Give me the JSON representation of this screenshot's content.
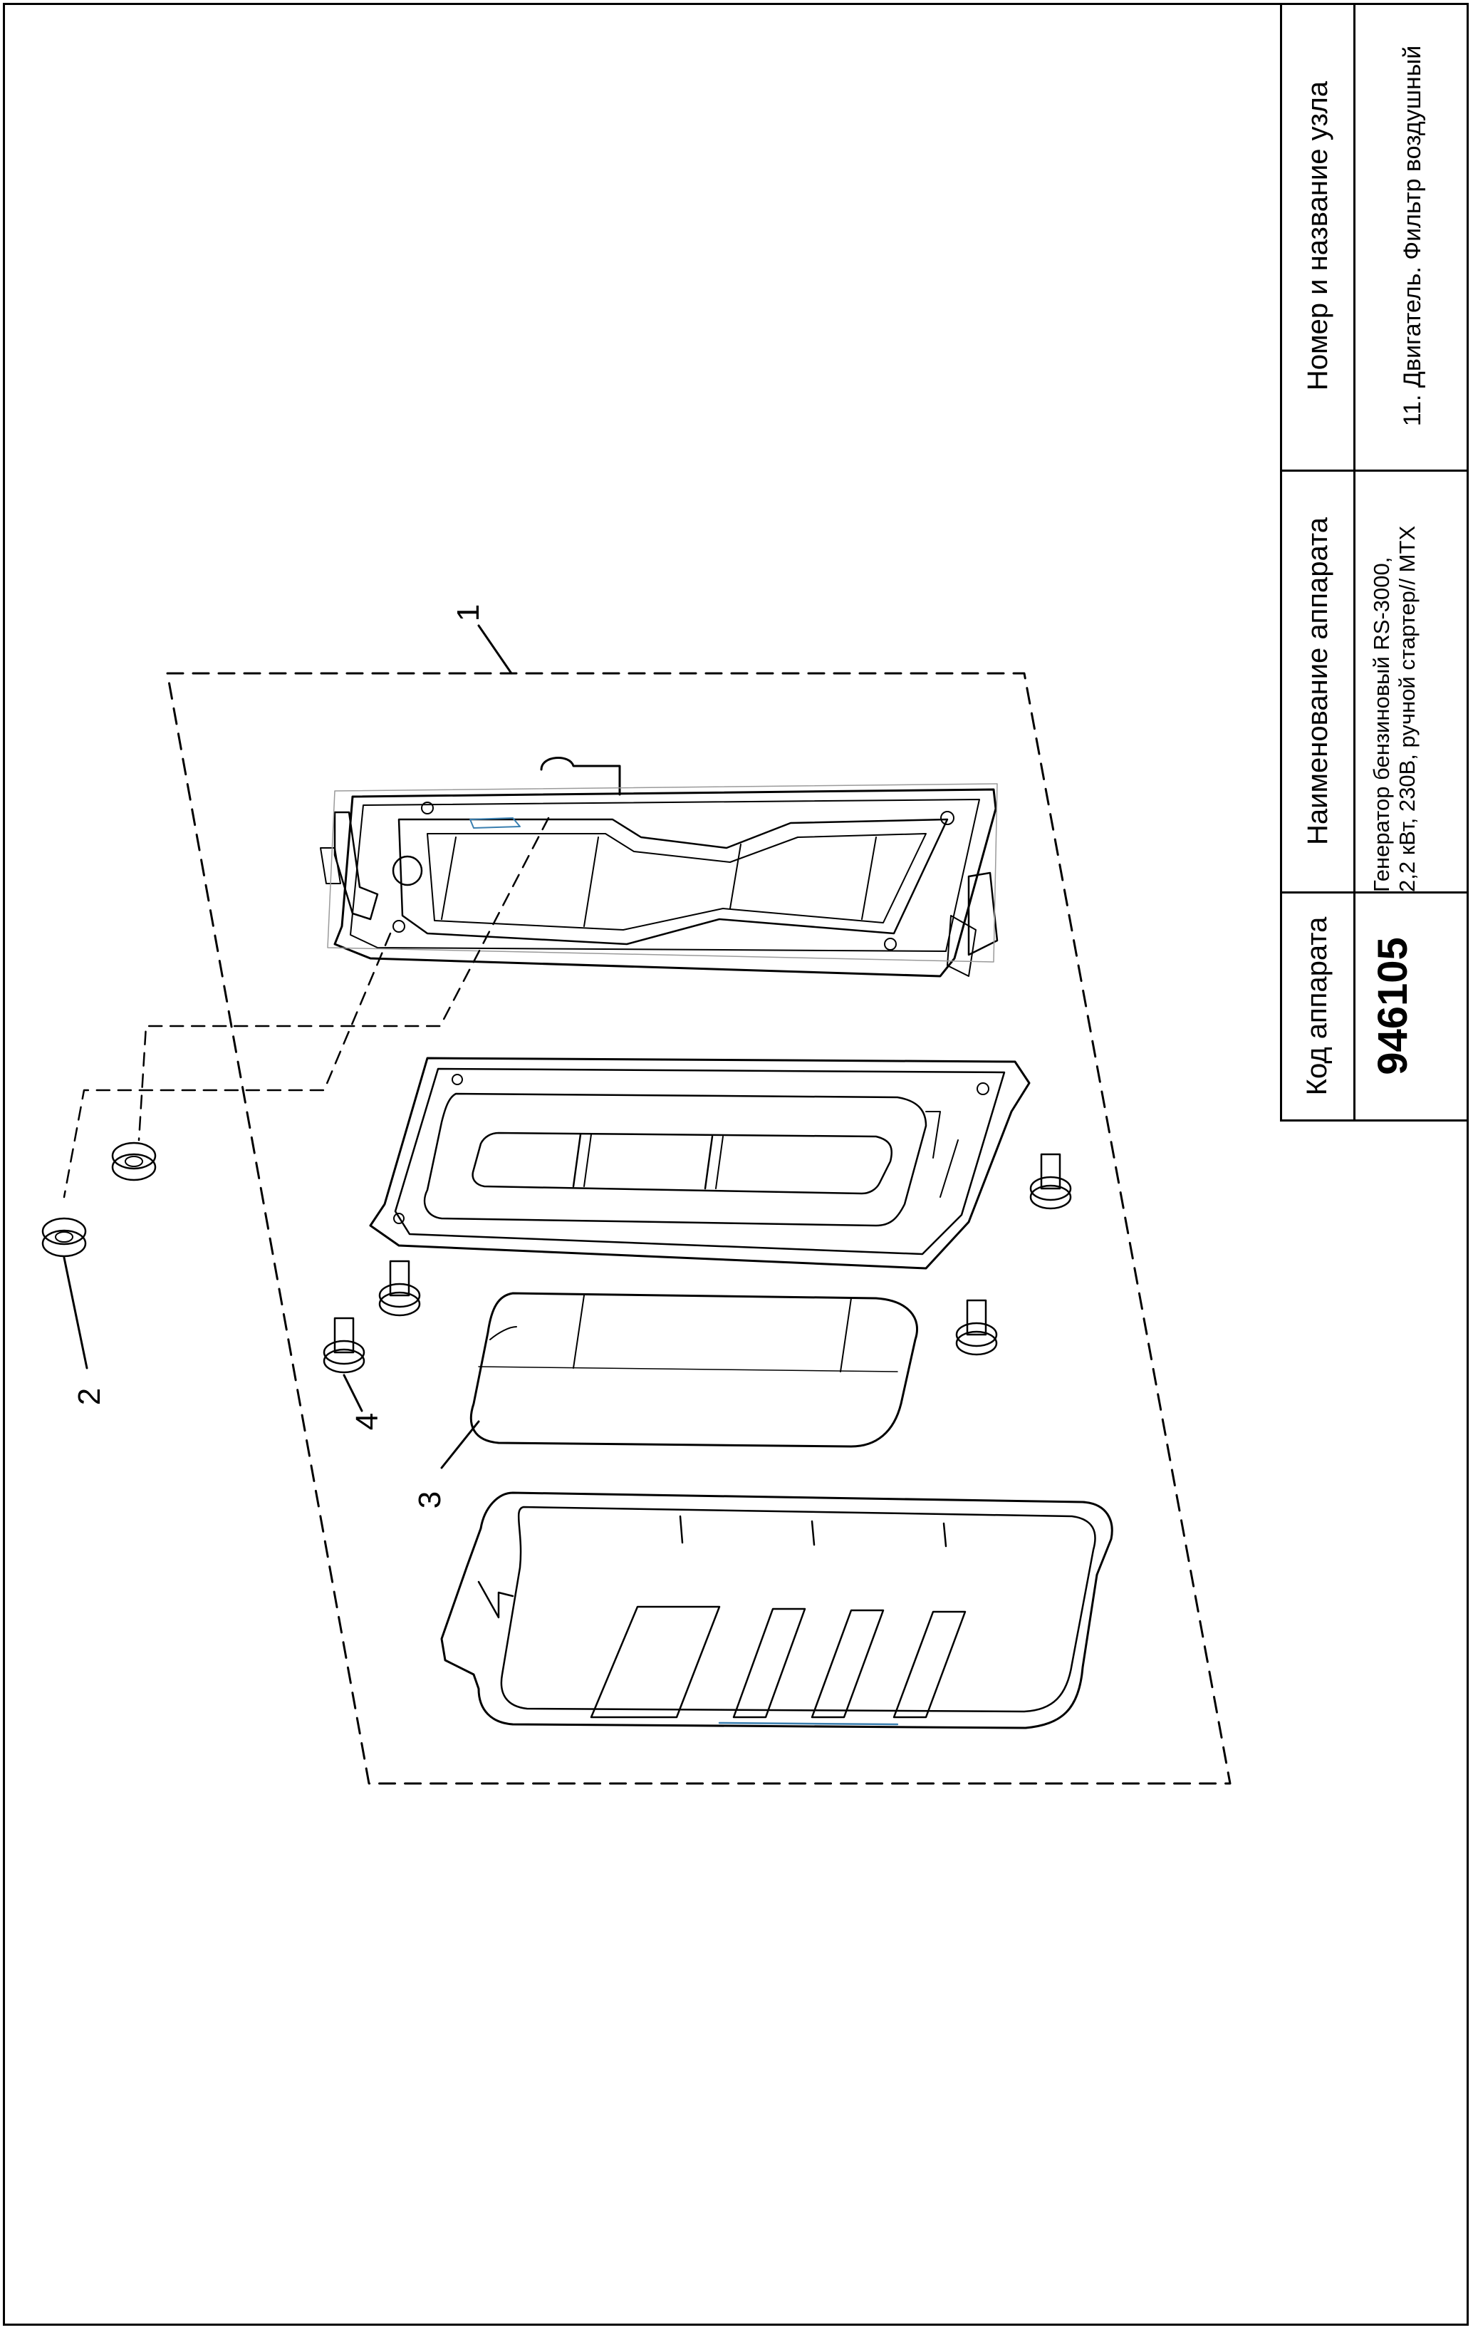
{
  "title_block": {
    "code_header": "Код аппарата",
    "code_value": "946105",
    "device_header": "Наименование аппарата",
    "device_name_line1": "Генератор бензиновый RS-3000,",
    "device_name_line2": "2,2 кВт, 230В, ручной стартер// МТХ",
    "node_header": "Номер и название узла",
    "node_name": "11. Двигатель. Фильтр воздушный"
  },
  "callouts": {
    "c1": "1",
    "c2": "2",
    "c3": "3",
    "c4": "4"
  }
}
